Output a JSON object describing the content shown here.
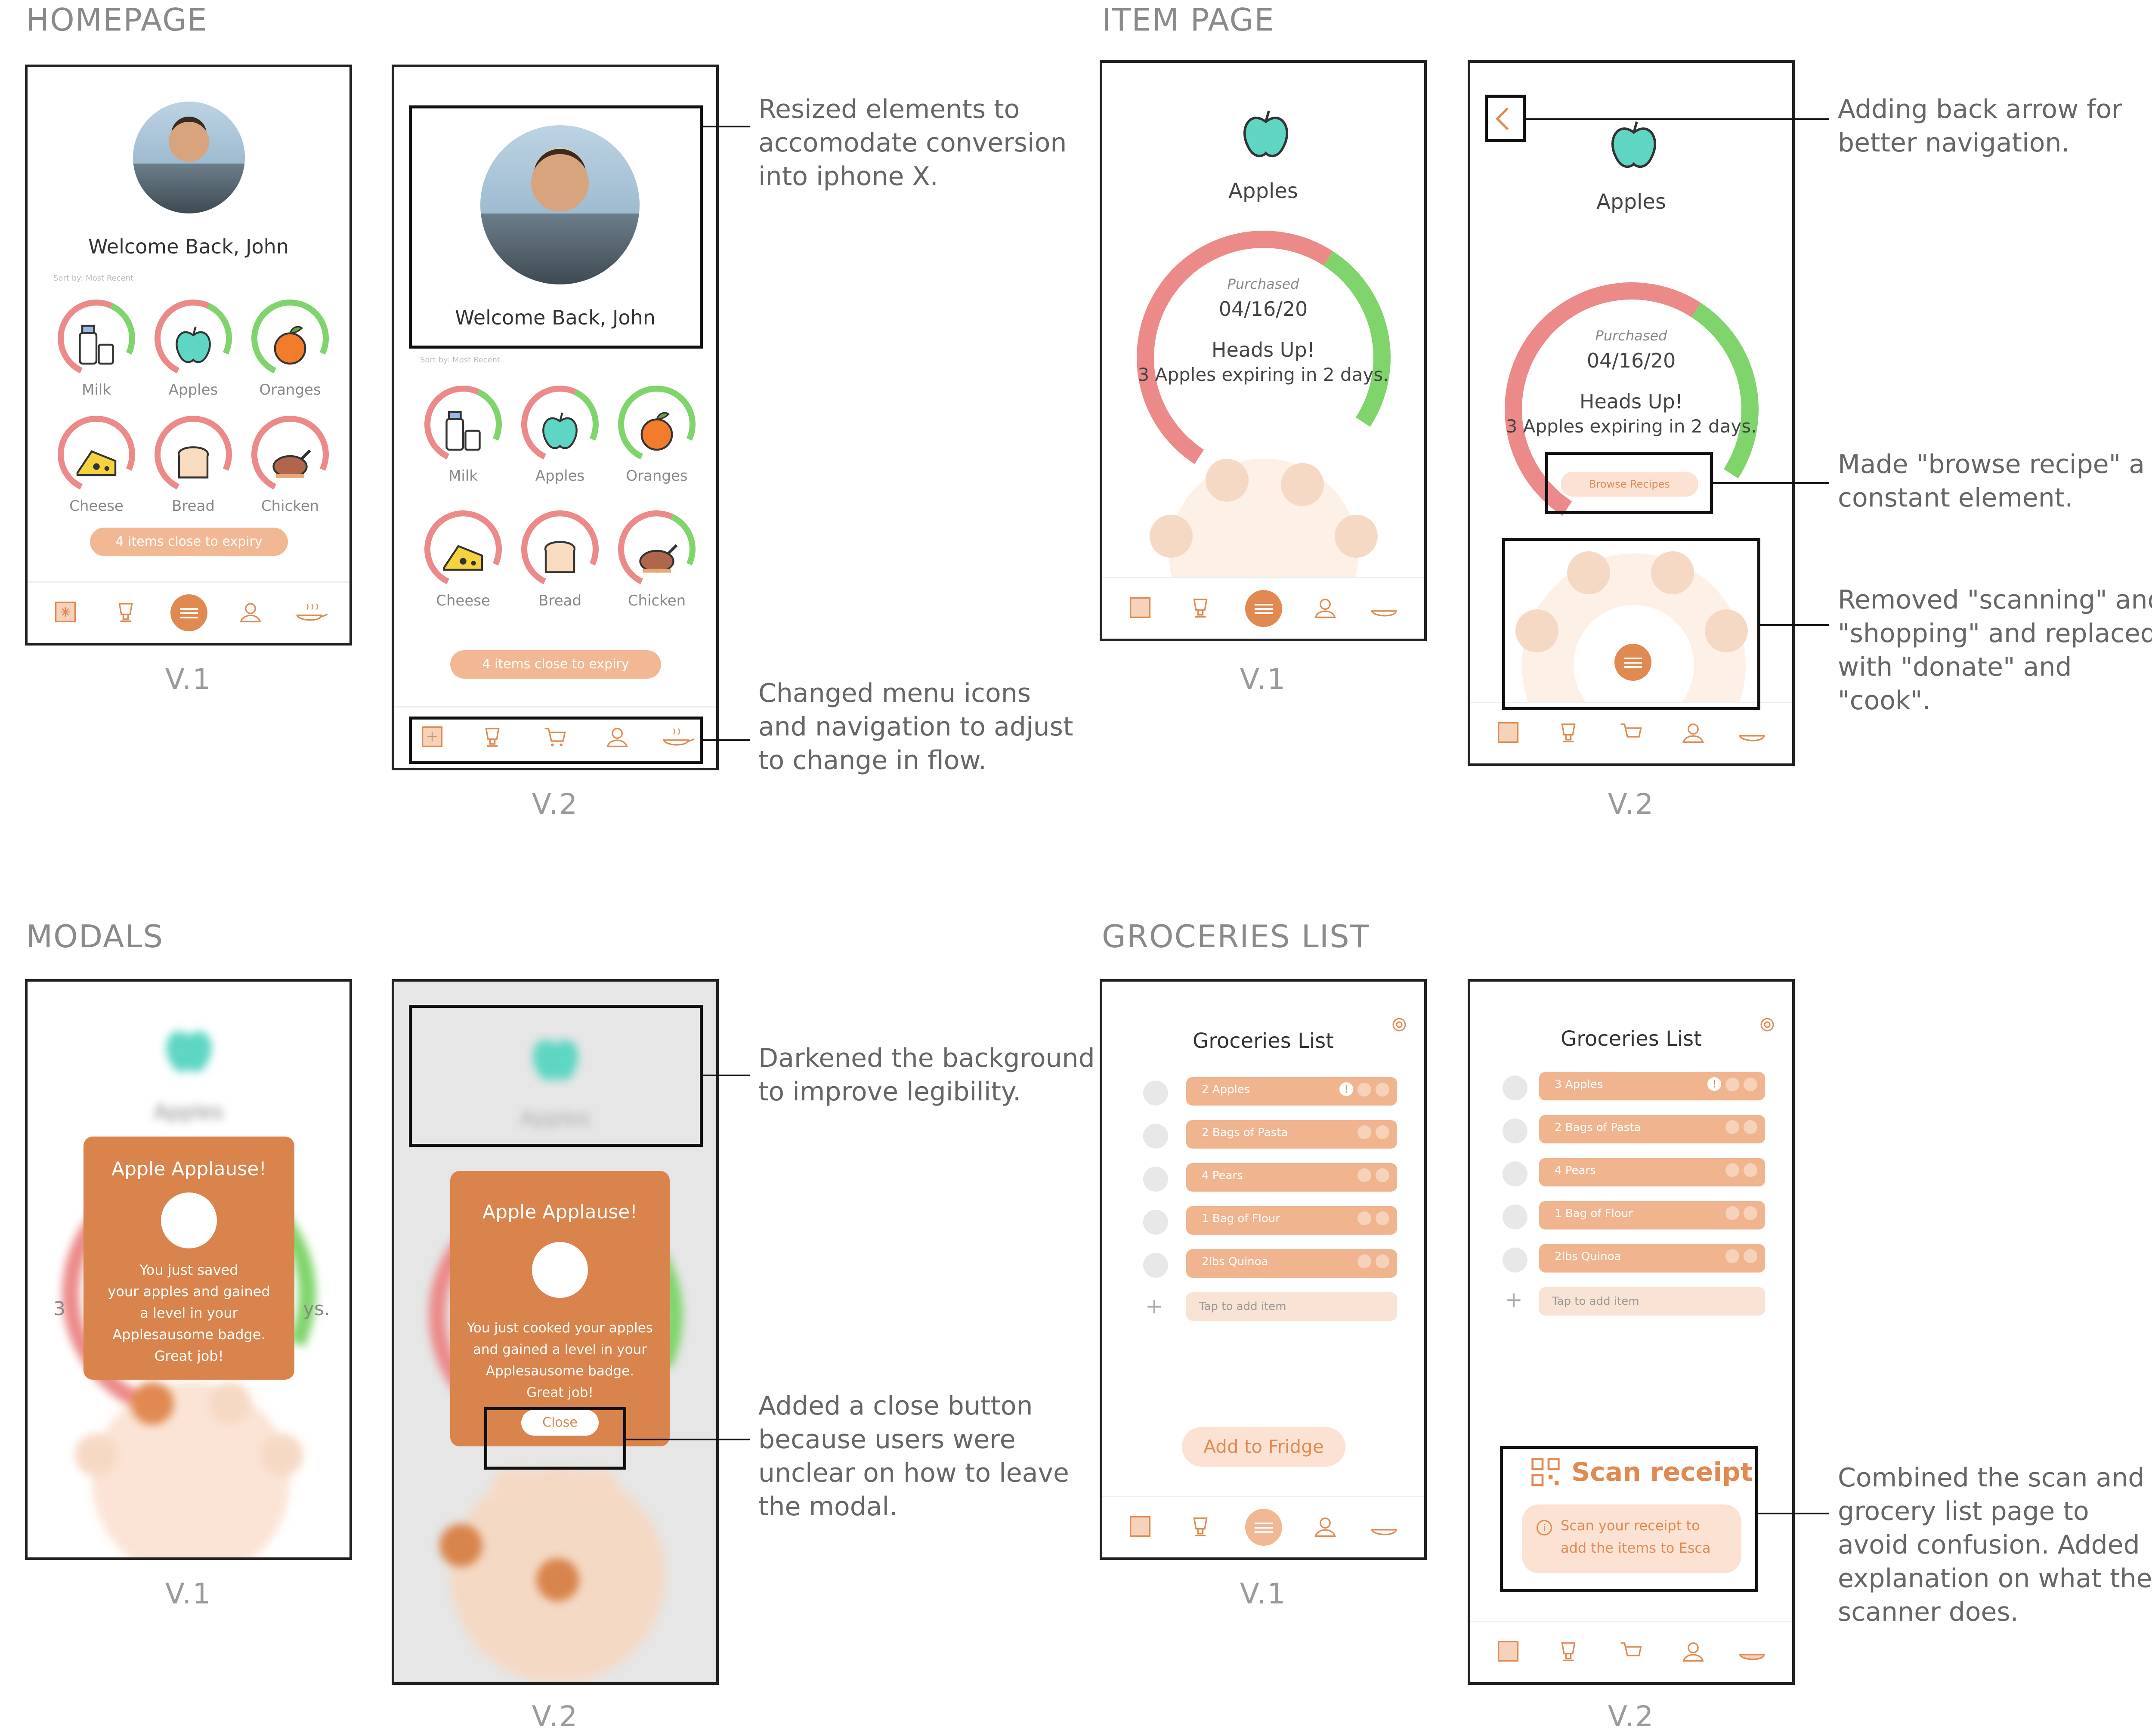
{
  "sections": {
    "homepage": "HOMEPAGE",
    "item_page": "ITEM PAGE",
    "modals": "MODALS",
    "groceries_list": "GROCERIES LIST"
  },
  "versions": {
    "v1": "V.1",
    "v2": "V.2"
  },
  "home": {
    "welcome": "Welcome Back, John",
    "sort": "Sort by: Most Recent",
    "items": [
      "Milk",
      "Apples",
      "Oranges",
      "Cheese",
      "Bread",
      "Chicken"
    ],
    "expiry_button": "4 items close to expiry"
  },
  "item": {
    "name": "Apples",
    "purchased_label": "Purchased",
    "date": "04/16/20",
    "heads_up": "Heads Up!",
    "message": "3 Apples expiring in 2 days.",
    "browse_button": "Browse Recipes"
  },
  "modal": {
    "bg_item": "Apples",
    "title": "Apple Applause!",
    "v1_text": [
      "You just saved",
      "your apples and gained",
      "a level in your",
      "Applesausome badge.",
      "Great job!"
    ],
    "v2_text": [
      "You just cooked your apples",
      "and gained a level in your",
      "Applesausome badge.",
      "Great job!"
    ],
    "close_button": "Close",
    "v1_bg_fragment_left": "3",
    "v1_bg_fragment_right": "ys."
  },
  "groceries": {
    "title": "Groceries List",
    "v1_items": [
      "2 Apples",
      "2 Bags of Pasta",
      "4 Pears",
      "1 Bag of Flour",
      "2lbs Quinoa"
    ],
    "v2_items": [
      "3 Apples",
      "2 Bags of Pasta",
      "4 Pears",
      "1 Bag of Flour",
      "2lbs Quinoa"
    ],
    "add_item": "Tap to add item",
    "add_to_fridge": "Add to Fridge",
    "scan_title": "Scan receipt",
    "scan_info_line1": "Scan your receipt to",
    "scan_info_line2": "add the items to Esca"
  },
  "notes": {
    "resized": [
      "Resized elements to",
      "accomodate conversion",
      "into iphone X."
    ],
    "menu_icons": [
      "Changed menu icons",
      "and navigation to adjust",
      "to change in flow."
    ],
    "back_arrow": [
      "Adding back arrow for",
      "better navigation."
    ],
    "browse_recipe": [
      "Made \"browse recipe\" a",
      "constant element."
    ],
    "removed": [
      "Removed \"scanning\" and",
      "\"shopping\" and replaced",
      "with \"donate\" and",
      "\"cook\"."
    ],
    "darkened": [
      "Darkened the background",
      "to improve legibility."
    ],
    "close_btn": [
      "Added a close button",
      "because users were",
      "unclear on how to leave",
      "the modal."
    ],
    "combined": [
      "Combined the scan and",
      "grocery list page to",
      "avoid confusion. Added",
      "explanation on what the",
      "scanner does."
    ]
  },
  "colors": {
    "accent": "#e08a52",
    "pill": "#f2b894",
    "gauge_red": "#ec8a8a",
    "gauge_green": "#7fd46b",
    "apple": "#5fd6c4"
  }
}
